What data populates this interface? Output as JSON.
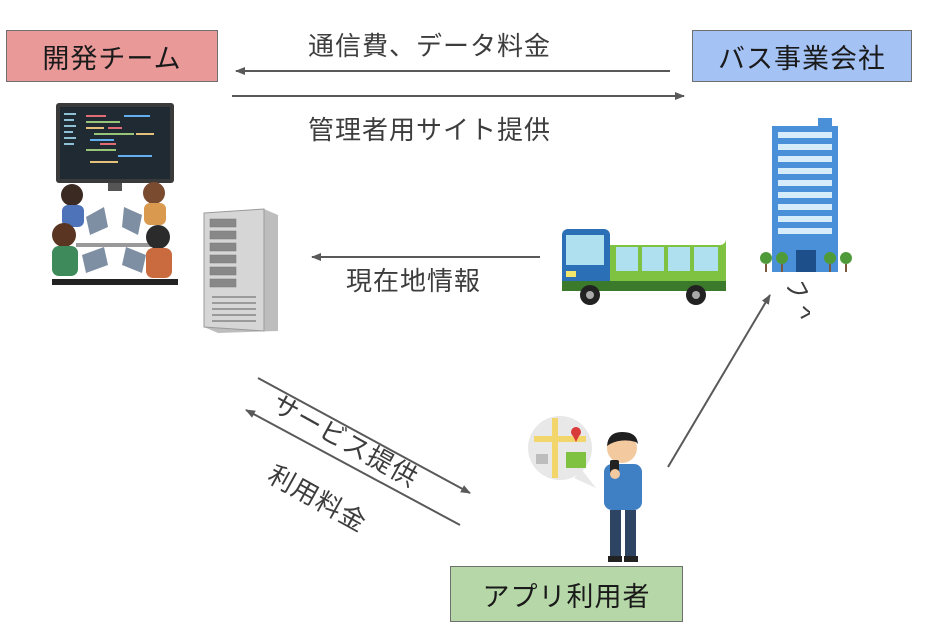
{
  "nodes": {
    "dev_team": "開発チーム",
    "bus_company": "バス事業会社",
    "app_user": "アプリ利用者"
  },
  "edges": {
    "fee": "通信費、データ料金",
    "admin_site": "管理者用サイト提供",
    "location": "現在地情報",
    "service": "サービス提供",
    "usage_fee": "利用料金",
    "feedback": "フィードバック"
  },
  "colors": {
    "dev_team": "#ea9999",
    "bus_company": "#a4c2f4",
    "app_user": "#b6d7a8",
    "arrow": "#595959"
  }
}
